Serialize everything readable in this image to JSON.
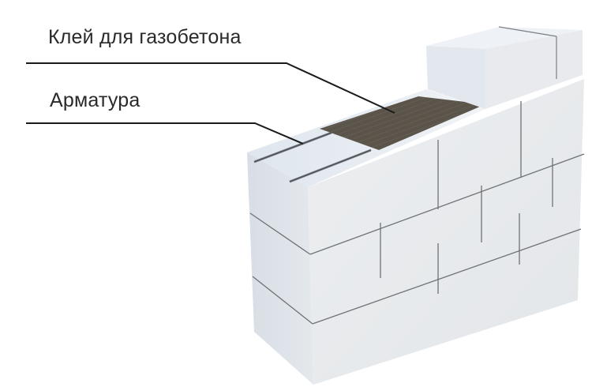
{
  "diagram": {
    "subject": "Aerated concrete block wall",
    "labels": [
      {
        "text": "Клей для газобетона",
        "target": "adhesive-layer"
      },
      {
        "text": "Арматура",
        "target": "rebar"
      }
    ],
    "colors": {
      "block_front": "#e7e9ec",
      "block_side": "#dde2e7",
      "block_top": "#edf1f5",
      "joint": "#6e7276",
      "adhesive": "#5a544a",
      "rebar": "#4f5358",
      "leader": "#1a1a1a",
      "text": "#2a2a2a"
    }
  }
}
